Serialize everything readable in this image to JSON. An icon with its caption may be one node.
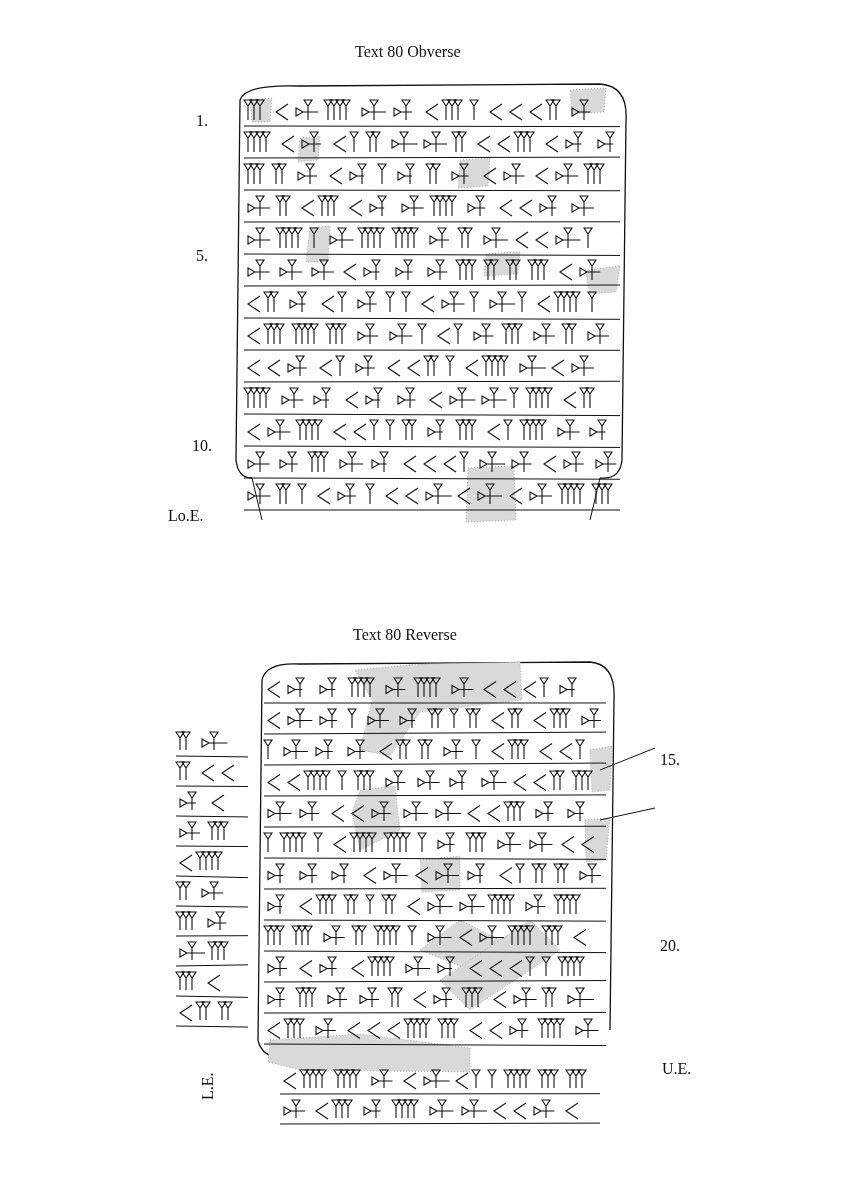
{
  "diagram": {
    "labels": [
      "Text 80 Obverse",
      "1.",
      "5.",
      "10.",
      "Lo.E.",
      "Text 80 Reverse",
      "15.",
      "20.",
      "U.E.",
      "L.E."
    ]
  }
}
